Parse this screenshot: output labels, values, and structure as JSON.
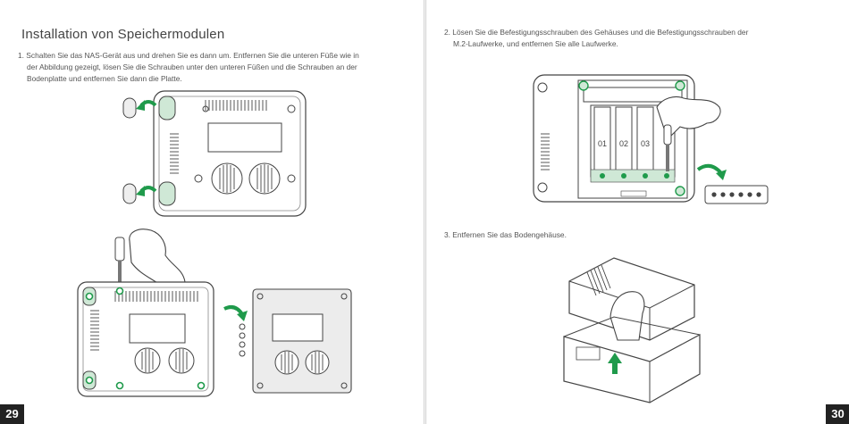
{
  "left_page": {
    "title": "Installation von Speichermodulen",
    "step1": {
      "line1": "1. Schalten Sie das NAS-Gerät aus und drehen Sie es dann um. Entfernen Sie die unteren Füße wie in",
      "line2": "der Abbildung gezeigt, lösen Sie die Schrauben unter den unteren Füßen und die Schrauben an der",
      "line3": "Bodenplatte und entfernen Sie dann die Platte."
    },
    "page_number": "29"
  },
  "right_page": {
    "step2": {
      "line1": "2. Lösen Sie die Befestigungsschrauben des Gehäuses und die Befestigungsschrauben der",
      "line2": "M.2-Laufwerke, und entfernen Sie alle Laufwerke."
    },
    "drive_labels": [
      "01",
      "02",
      "03"
    ],
    "step3": "3. Entfernen Sie das Bodengehäuse.",
    "page_number": "30"
  },
  "colors": {
    "accent_green": "#1f9a4b",
    "highlight_green": "#cfe8d6",
    "line": "#444444",
    "page_number_bg": "#222222"
  }
}
